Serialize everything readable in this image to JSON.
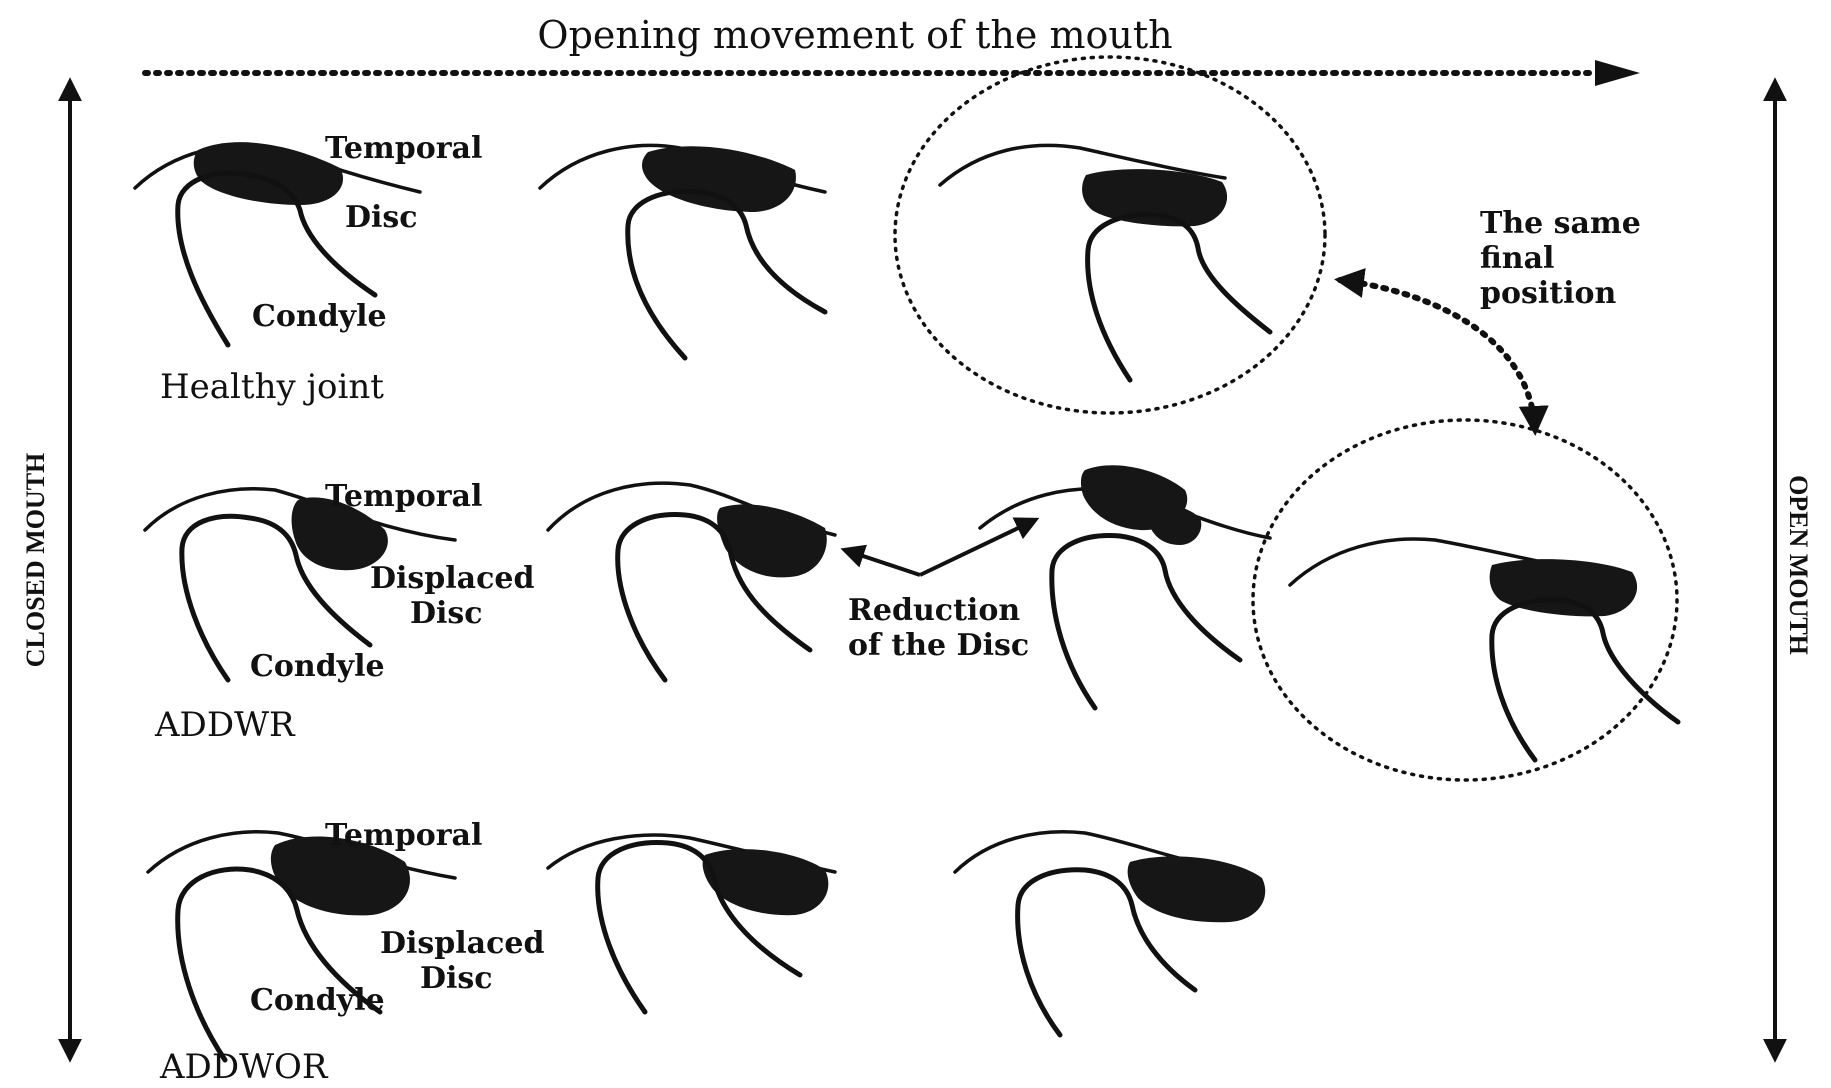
{
  "header": {
    "title": "Opening movement of the mouth"
  },
  "sides": {
    "left": "CLOSED MOUTH",
    "right": "OPEN MOUTH"
  },
  "rows": {
    "healthy": {
      "temporal": "Temporal",
      "disc": "Disc",
      "condyle": "Condyle",
      "name": "Healthy joint"
    },
    "addwr": {
      "temporal": "Temporal",
      "disc_line1": "Displaced",
      "disc_line2": "Disc",
      "condyle": "Condyle",
      "name": "ADDWR"
    },
    "addwor": {
      "temporal": "Temporal",
      "disc_line1": "Displaced",
      "disc_line2": "Disc",
      "condyle": "Condyle",
      "name": "ADDWOR"
    }
  },
  "annotations": {
    "same_final": [
      "The same",
      "final",
      "position"
    ],
    "reduction": [
      "Reduction",
      "of the Disc"
    ]
  }
}
